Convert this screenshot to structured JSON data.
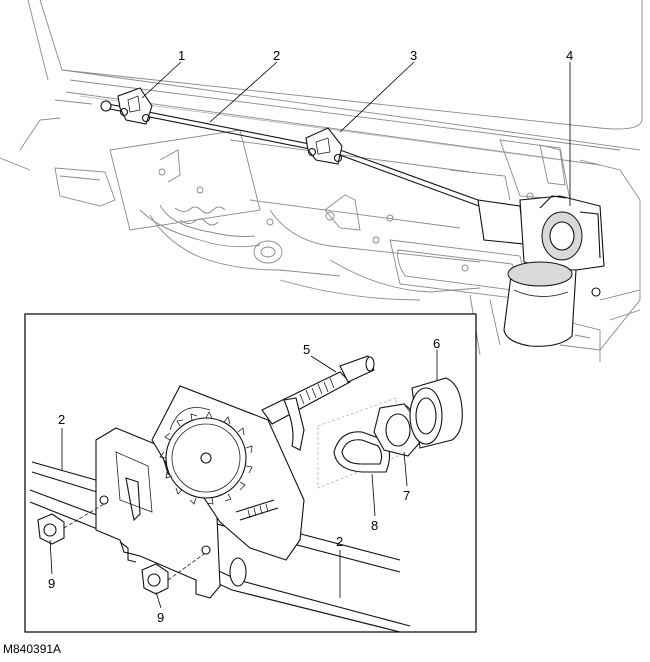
{
  "callouts": {
    "c1": "1",
    "c2_top": "2",
    "c3": "3",
    "c4": "4",
    "c5": "5",
    "c6": "6",
    "c2_left": "2",
    "c7": "7",
    "c8": "8",
    "c2_bottom": "2",
    "c9_left": "9",
    "c9_right": "9"
  },
  "figure_id": "M840391A"
}
